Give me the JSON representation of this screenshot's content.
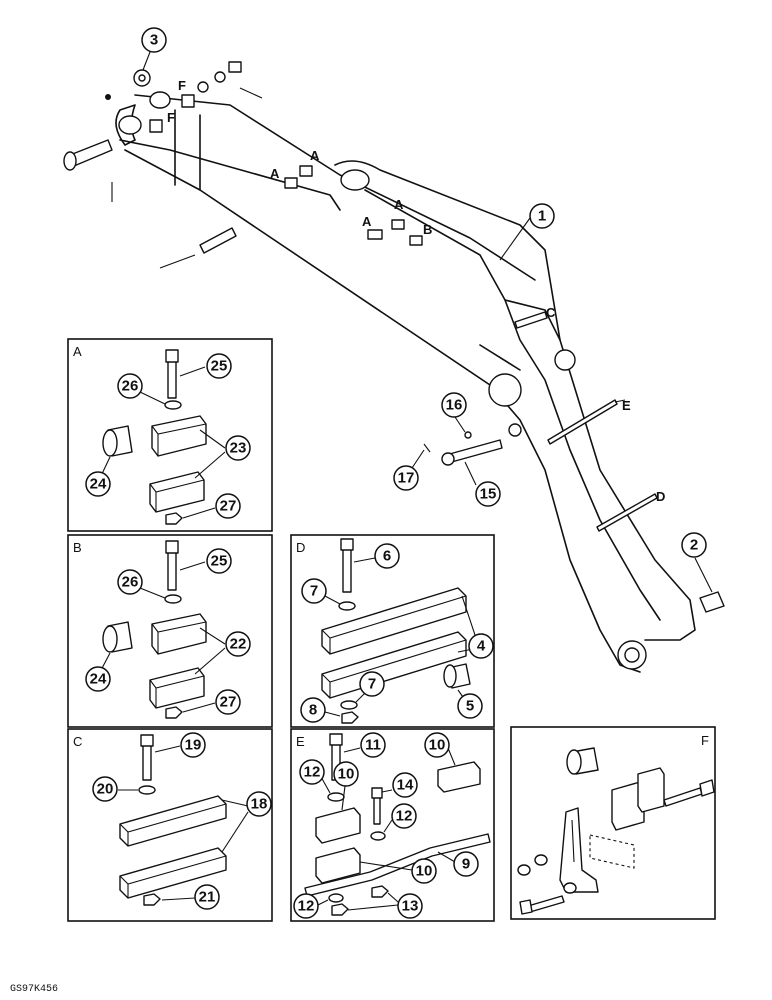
{
  "callouts": {
    "c1": "1",
    "c2": "2",
    "c3": "3",
    "c15": "15",
    "c16": "16",
    "c17": "17",
    "a25": "25",
    "a26": "26",
    "a23": "23",
    "a24": "24",
    "a27": "27",
    "b25": "25",
    "b26": "26",
    "b22": "22",
    "b24": "24",
    "b27": "27",
    "c19": "19",
    "c20": "20",
    "c18": "18",
    "c21": "21",
    "d6": "6",
    "d7a": "7",
    "d4": "4",
    "d7b": "7",
    "d5": "5",
    "d8": "8",
    "e11": "11",
    "e10a": "10",
    "e10b": "10",
    "e12a": "12",
    "e14": "14",
    "e12b": "12",
    "e9": "9",
    "e10c": "10",
    "e12c": "12",
    "e13": "13"
  },
  "main_letters": {
    "F1": "F",
    "F2": "F",
    "A1": "A",
    "A2": "A",
    "A3": "A",
    "A4": "A",
    "B": "B",
    "C": "C",
    "E": "E",
    "D": "D"
  },
  "panels": {
    "A": "A",
    "B": "B",
    "C": "C",
    "D": "D",
    "E": "E",
    "F": "F"
  },
  "footer": {
    "code": "GS97K456"
  }
}
